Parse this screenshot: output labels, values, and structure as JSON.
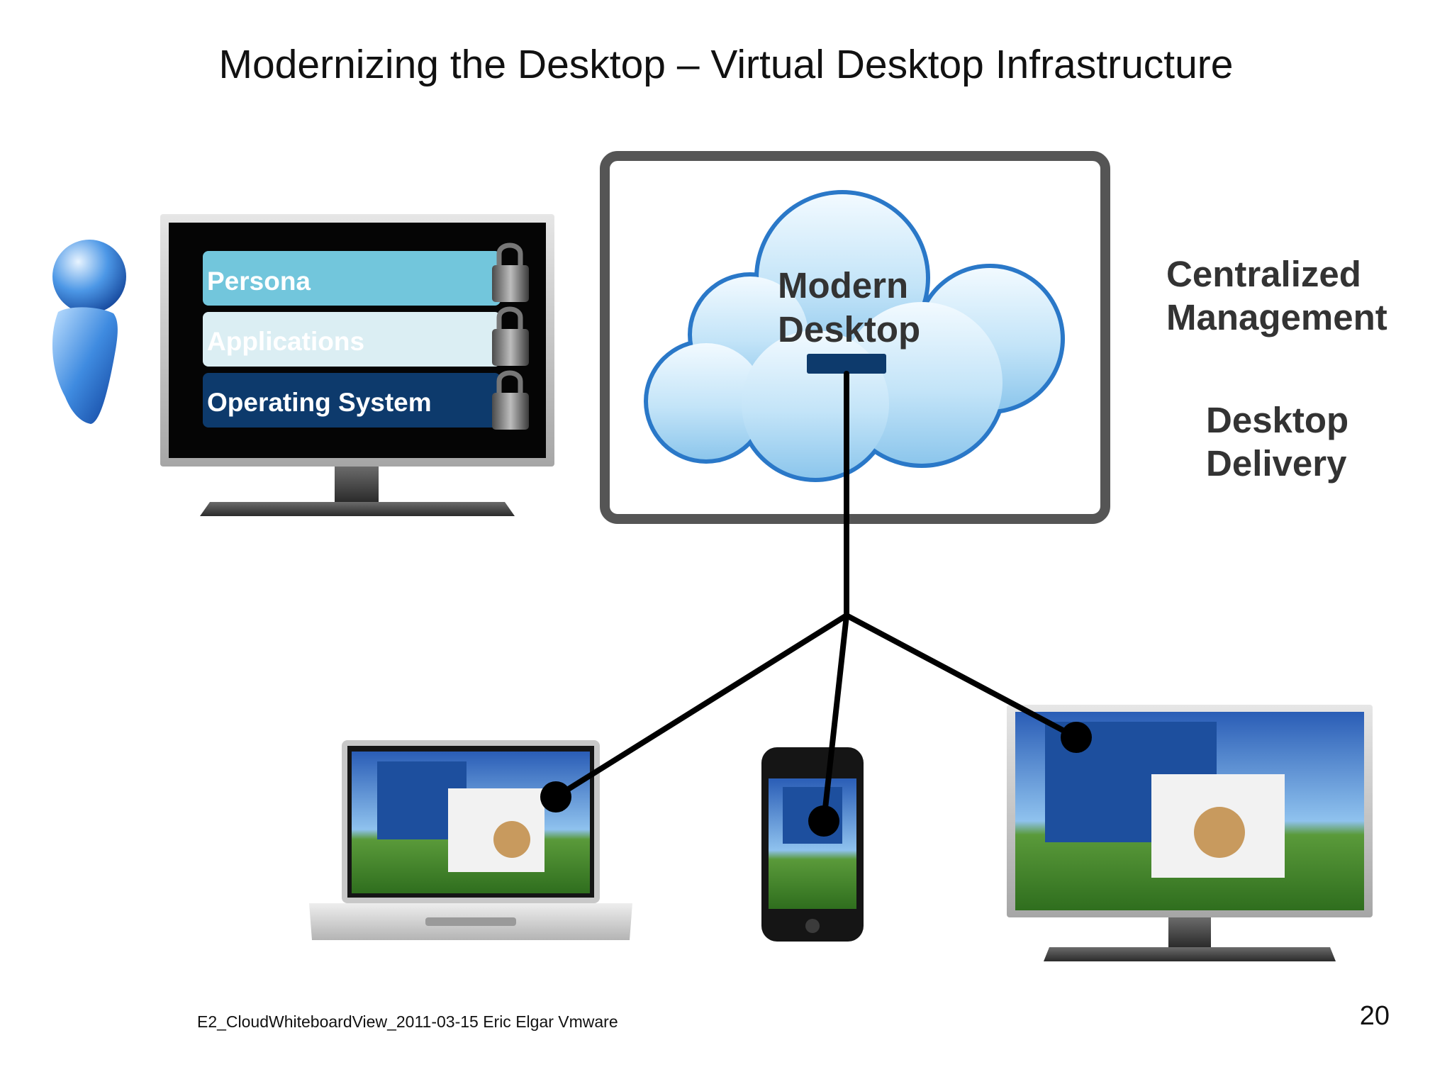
{
  "slide": {
    "title": "Modernizing the Desktop – Virtual Desktop Infrastructure",
    "footer": "E2_CloudWhiteboardView_2011-03-15 Eric Elgar Vmware",
    "page_number": "20"
  },
  "desktop_stack": {
    "layers": [
      {
        "label": "Persona",
        "color": "#72c6dc",
        "text_color": "#ffffff",
        "icon": "padlock-icon"
      },
      {
        "label": "Applications",
        "color": "#dbeef3",
        "text_color": "#ffffff",
        "icon": "padlock-icon"
      },
      {
        "label": "Operating System",
        "color": "#0d3a6c",
        "text_color": "#ffffff",
        "icon": "padlock-icon"
      }
    ],
    "user_icon": "user-figure-icon"
  },
  "cloud": {
    "line1": "Modern",
    "line2": "Desktop",
    "frame_color": "#555555",
    "hub_color": "#0d3a6c"
  },
  "side_labels": {
    "centralized": "Centralized\nManagement",
    "delivery": "Desktop\nDelivery"
  },
  "endpoints": [
    {
      "name": "laptop",
      "icon": "laptop-icon"
    },
    {
      "name": "phone",
      "icon": "smartphone-icon"
    },
    {
      "name": "monitor",
      "icon": "monitor-icon"
    }
  ],
  "colors": {
    "connector": "#000000",
    "cloud_fill": "#bfe2f8",
    "cloud_edge": "#2a78c8"
  }
}
